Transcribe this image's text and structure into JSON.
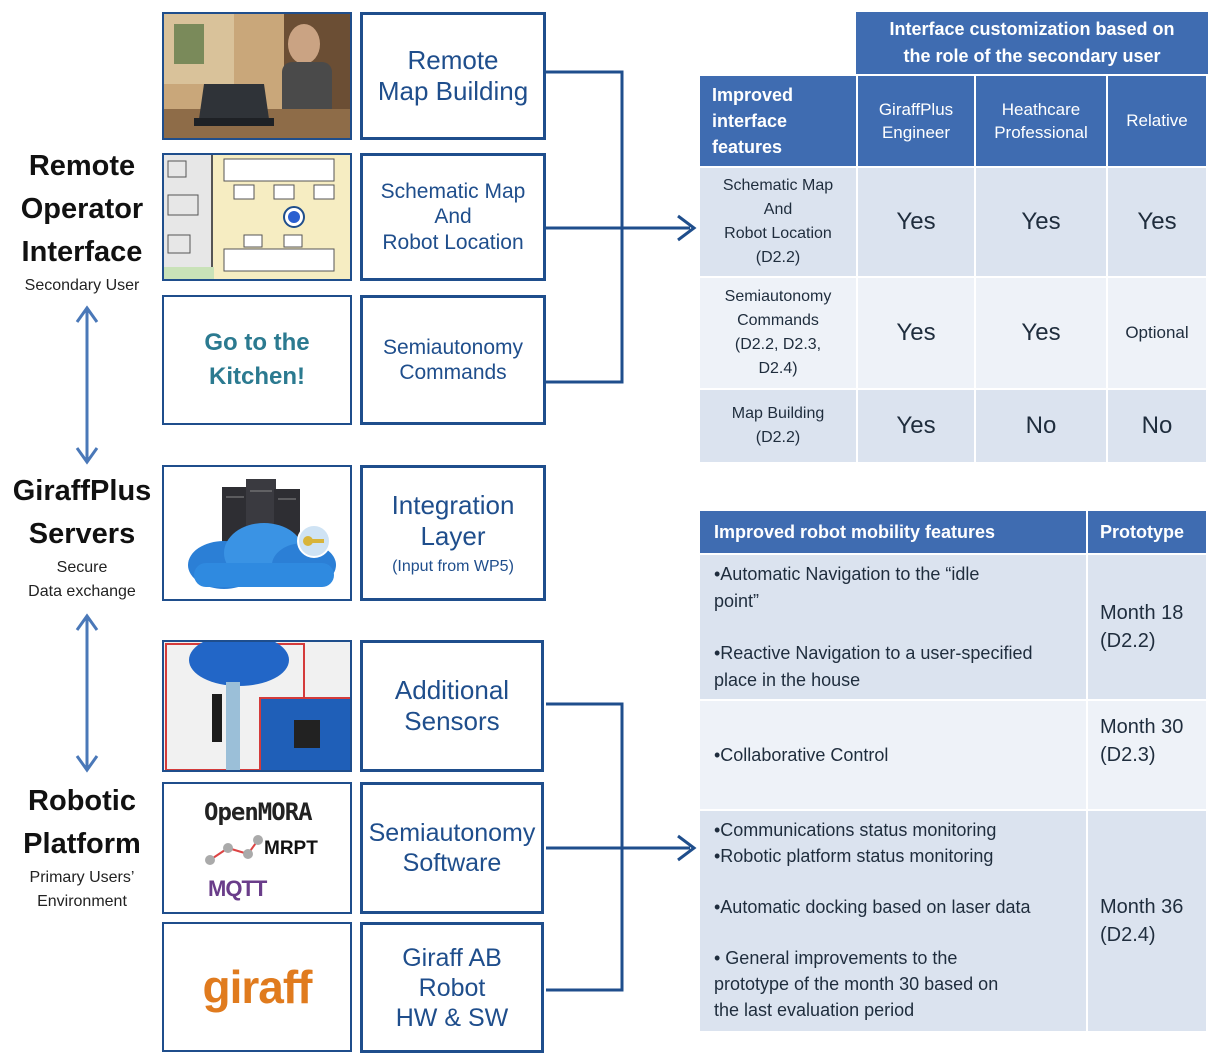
{
  "left_labels": {
    "remote": {
      "title": [
        "Remote",
        "Operator",
        "Interface"
      ],
      "sub": "Secondary User"
    },
    "servers": {
      "title": [
        "GiraffPlus",
        "Servers"
      ],
      "sub": [
        "Secure",
        "Data exchange"
      ]
    },
    "robotic": {
      "title": [
        "Robotic",
        "Platform"
      ],
      "sub": [
        "Primary Users’",
        "Environment"
      ]
    }
  },
  "tiles": {
    "kitchen_text": [
      "Go to the",
      "Kitchen!"
    ],
    "openmora": "OpenMORA",
    "mrpt": "MRPT",
    "mqtt": "MQTT",
    "giraff_logo": "giraff"
  },
  "boxes": {
    "map_building": [
      "Remote",
      "Map Building"
    ],
    "schematic_map": [
      "Schematic Map",
      "And",
      "Robot Location"
    ],
    "semiautonomy_commands": [
      "Semiautonomy",
      "Commands"
    ],
    "integration_layer": [
      "Integration",
      "Layer"
    ],
    "integration_sub": "(Input from WP5)",
    "additional_sensors": [
      "Additional",
      "Sensors"
    ],
    "semiautonomy_software": [
      "Semiautonomy",
      "Software"
    ],
    "giraff_ab": [
      "Giraff AB",
      "Robot",
      "HW & SW"
    ]
  },
  "table1": {
    "super_header": [
      "Interface customization based on",
      "the role of the secondary user"
    ],
    "col0": [
      "Improved",
      "interface",
      "features"
    ],
    "cols": [
      [
        "GiraffPlus",
        "Engineer"
      ],
      [
        "Heathcare",
        "Professional"
      ],
      [
        "Relative"
      ]
    ],
    "rows": [
      {
        "feature": [
          "Schematic Map",
          "And",
          "Robot Location",
          "(D2.2)"
        ],
        "values": [
          "Yes",
          "Yes",
          "Yes"
        ]
      },
      {
        "feature": [
          "Semiautonomy",
          "Commands",
          "(D2.2, D2.3,",
          "D2.4)"
        ],
        "values": [
          "Yes",
          "Yes",
          "Optional"
        ]
      },
      {
        "feature": [
          "Map Building",
          "(D2.2)"
        ],
        "values": [
          "Yes",
          "No",
          "No"
        ]
      }
    ]
  },
  "table2": {
    "headers": [
      "Improved robot mobility features",
      "Prototype"
    ],
    "rows": [
      {
        "features": [
          "•Automatic Navigation to the “idle",
          "point”",
          "",
          "•Reactive Navigation to a user-specified",
          "place in the house"
        ],
        "prototype": [
          "Month 18",
          "(D2.2)"
        ]
      },
      {
        "features": [
          "•Collaborative Control"
        ],
        "prototype": [
          "Month 30",
          "(D2.3)"
        ]
      },
      {
        "features": [
          "•Communications status monitoring",
          "•Robotic platform status monitoring",
          "",
          "•Automatic docking based on laser data",
          "",
          "• General improvements to the",
          "prototype of the month 30 based on",
          "the last evaluation period"
        ],
        "prototype": [
          "Month 36",
          "(D2.4)"
        ]
      }
    ]
  },
  "colors": {
    "navy": "#1f4e8c",
    "header_blue": "#3f6cb1",
    "row_light": "#dbe3ef",
    "row_lighter": "#eef2f8",
    "arrow": "#4a78b8"
  }
}
